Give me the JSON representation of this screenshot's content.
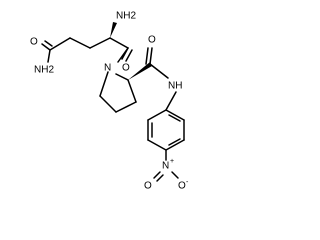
{
  "molecule": {
    "atoms": {
      "nh2_alpha": "NH2",
      "o_amide_side": "O",
      "nh2_amide_side": "NH2",
      "o_carbonyl": "O",
      "n_ring": "N",
      "nh_anilide": "NH",
      "o_anilide": "O",
      "n_nitro": "N",
      "o_nitro_plus_charge": "+",
      "o_nitro_1": "O",
      "o_nitro_2": "O",
      "o_nitro_minus_charge": "-"
    },
    "colors": {
      "bond": "#000000",
      "nitrogen": "#1f1fd0",
      "oxygen": "#d81f1f",
      "label": "#000000"
    }
  }
}
